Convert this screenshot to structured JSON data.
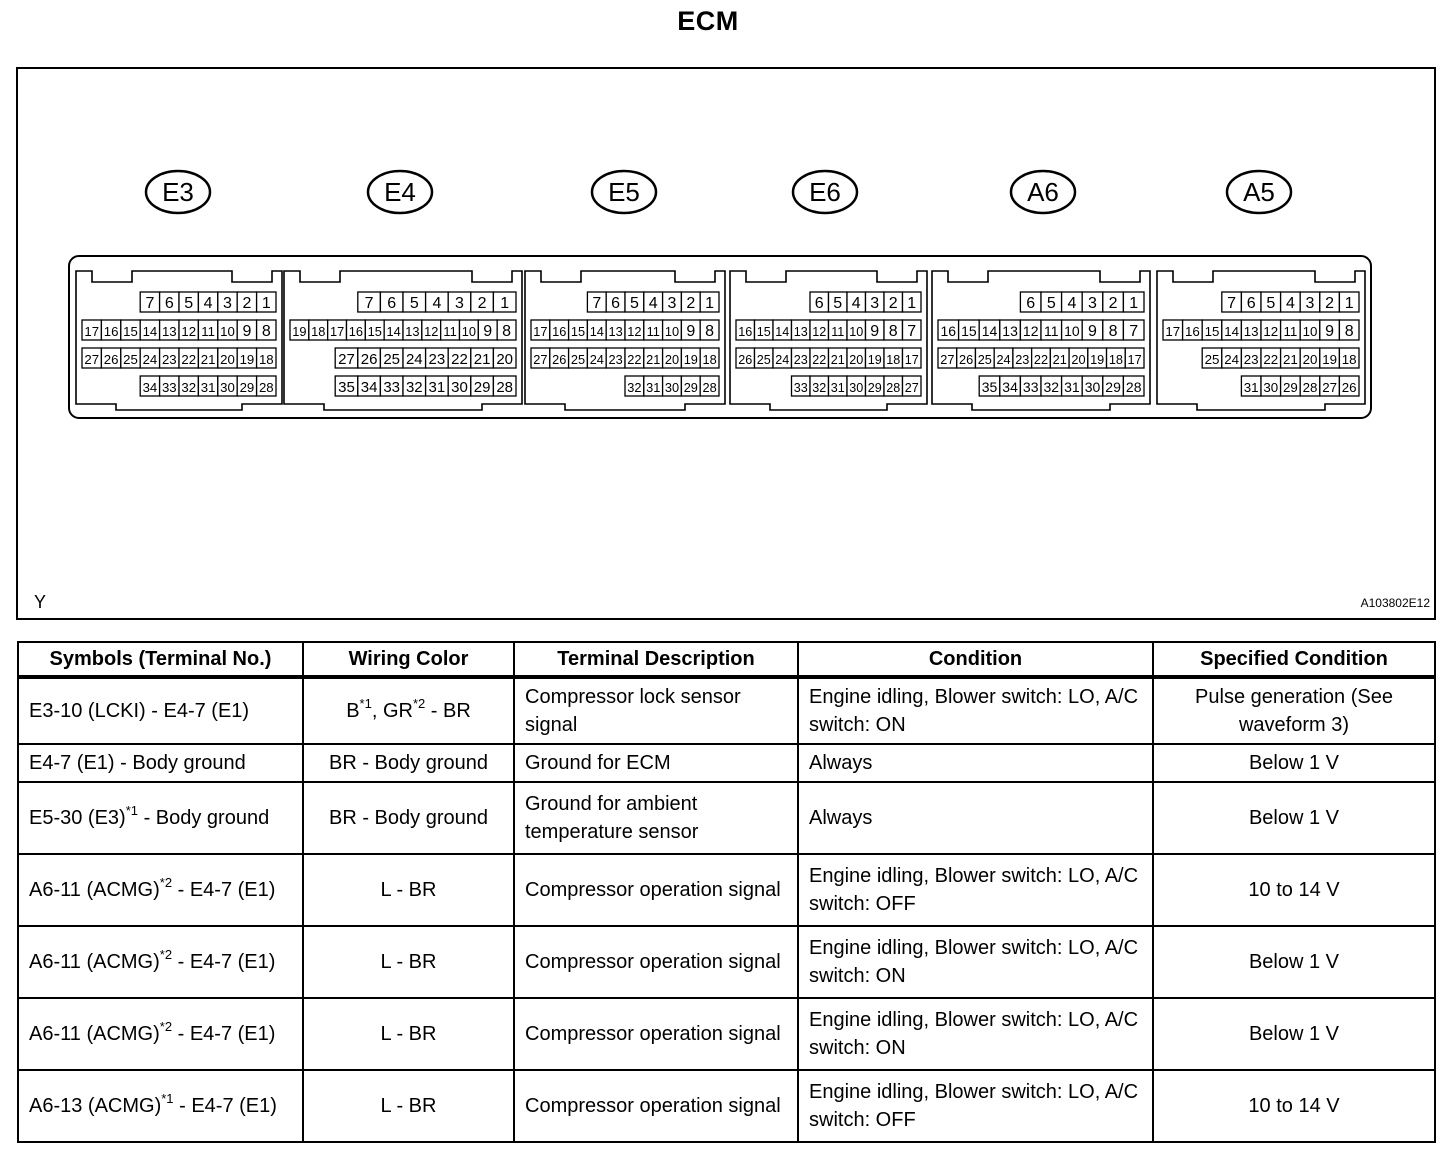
{
  "title": "ECM",
  "corner_label": "Y",
  "figure_code": "A103802E12",
  "connectors": [
    {
      "label": "E3",
      "rows": [
        [
          "7",
          "6",
          "5",
          "4",
          "3",
          "2",
          "1"
        ],
        [
          "17",
          "16",
          "15",
          "14",
          "13",
          "12",
          "11",
          "10",
          "9",
          "8"
        ],
        [
          "27",
          "26",
          "25",
          "24",
          "23",
          "22",
          "21",
          "20",
          "19",
          "18"
        ],
        [
          "34",
          "33",
          "32",
          "31",
          "30",
          "29",
          "28"
        ]
      ]
    },
    {
      "label": "E4",
      "rows": [
        [
          "7",
          "6",
          "5",
          "4",
          "3",
          "2",
          "1"
        ],
        [
          "19",
          "18",
          "17",
          "16",
          "15",
          "14",
          "13",
          "12",
          "11",
          "10",
          "9",
          "8"
        ],
        [
          "27",
          "26",
          "25",
          "24",
          "23",
          "22",
          "21",
          "20"
        ],
        [
          "35",
          "34",
          "33",
          "32",
          "31",
          "30",
          "29",
          "28"
        ]
      ]
    },
    {
      "label": "E5",
      "rows": [
        [
          "7",
          "6",
          "5",
          "4",
          "3",
          "2",
          "1"
        ],
        [
          "17",
          "16",
          "15",
          "14",
          "13",
          "12",
          "11",
          "10",
          "9",
          "8"
        ],
        [
          "27",
          "26",
          "25",
          "24",
          "23",
          "22",
          "21",
          "20",
          "19",
          "18"
        ],
        [
          "32",
          "31",
          "30",
          "29",
          "28"
        ]
      ]
    },
    {
      "label": "E6",
      "rows": [
        [
          "6",
          "5",
          "4",
          "3",
          "2",
          "1"
        ],
        [
          "16",
          "15",
          "14",
          "13",
          "12",
          "11",
          "10",
          "9",
          "8",
          "7"
        ],
        [
          "26",
          "25",
          "24",
          "23",
          "22",
          "21",
          "20",
          "19",
          "18",
          "17"
        ],
        [
          "33",
          "32",
          "31",
          "30",
          "29",
          "28",
          "27"
        ]
      ]
    },
    {
      "label": "A6",
      "rows": [
        [
          "6",
          "5",
          "4",
          "3",
          "2",
          "1"
        ],
        [
          "16",
          "15",
          "14",
          "13",
          "12",
          "11",
          "10",
          "9",
          "8",
          "7"
        ],
        [
          "27",
          "26",
          "25",
          "24",
          "23",
          "22",
          "21",
          "20",
          "19",
          "18",
          "17"
        ],
        [
          "35",
          "34",
          "33",
          "32",
          "31",
          "30",
          "29",
          "28"
        ]
      ]
    },
    {
      "label": "A5",
      "rows": [
        [
          "7",
          "6",
          "5",
          "4",
          "3",
          "2",
          "1"
        ],
        [
          "17",
          "16",
          "15",
          "14",
          "13",
          "12",
          "11",
          "10",
          "9",
          "8"
        ],
        [
          "25",
          "24",
          "23",
          "22",
          "21",
          "20",
          "19",
          "18"
        ],
        [
          "31",
          "30",
          "29",
          "28",
          "27",
          "26"
        ]
      ]
    }
  ],
  "table": {
    "headers": [
      "Symbols (Terminal No.)",
      "Wiring Color",
      "Terminal Description",
      "Condition",
      "Specified Condition"
    ],
    "rows": [
      {
        "symbol": [
          "E3-10 (LCKI) - E4-7 (E1)"
        ],
        "wiring": [
          "B",
          "*1",
          ", GR",
          "*2",
          " - BR"
        ],
        "description": "Compressor lock sensor signal",
        "condition": "Engine idling, Blower switch: LO, A/C switch: ON",
        "specified": "Pulse generation (See waveform 3)"
      },
      {
        "symbol": [
          "E4-7 (E1) - Body ground"
        ],
        "wiring": [
          "BR - Body ground"
        ],
        "description": "Ground for ECM",
        "condition": "Always",
        "specified": "Below 1 V"
      },
      {
        "symbol": [
          "E5-30 (E3)",
          "*1",
          " - Body ground"
        ],
        "wiring": [
          "BR - Body ground"
        ],
        "description": "Ground for ambient temperature sensor",
        "condition": "Always",
        "specified": "Below 1 V"
      },
      {
        "symbol": [
          "A6-11 (ACMG)",
          "*2",
          " - E4-7 (E1)"
        ],
        "wiring": [
          "L - BR"
        ],
        "description": "Compressor operation signal",
        "condition": "Engine idling, Blower switch: LO, A/C switch: OFF",
        "specified": "10 to 14 V"
      },
      {
        "symbol": [
          "A6-11 (ACMG)",
          "*2",
          " - E4-7 (E1)"
        ],
        "wiring": [
          "L - BR"
        ],
        "description": "Compressor operation signal",
        "condition": "Engine idling, Blower switch: LO, A/C switch: ON",
        "specified": "Below 1 V"
      },
      {
        "symbol": [
          "A6-11 (ACMG)",
          "*2",
          " - E4-7 (E1)"
        ],
        "wiring": [
          "L - BR"
        ],
        "description": "Compressor operation signal",
        "condition": "Engine idling, Blower switch: LO, A/C switch: ON",
        "specified": "Below 1 V"
      },
      {
        "symbol": [
          "A6-13 (ACMG)",
          "*1",
          " - E4-7 (E1)"
        ],
        "wiring": [
          "L - BR"
        ],
        "description": "Compressor operation signal",
        "condition": "Engine idling, Blower switch: LO, A/C switch: OFF",
        "specified": "10 to 14 V"
      }
    ]
  }
}
